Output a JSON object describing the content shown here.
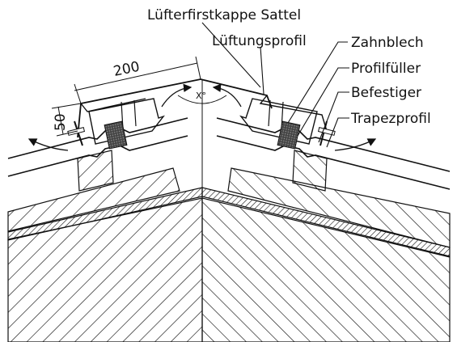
{
  "labels": {
    "ridge_cap": "Lüfterfirstkappe Sattel",
    "vent_profile": "Lüftungsprofil",
    "tooth_plate": "Zahnblech",
    "profile_filler": "Profilfüller",
    "fastener": "Befestiger",
    "trapezoidal_profile": "Trapezprofil"
  },
  "dimensions": {
    "width": "200",
    "height": "50",
    "angle": "X°"
  }
}
